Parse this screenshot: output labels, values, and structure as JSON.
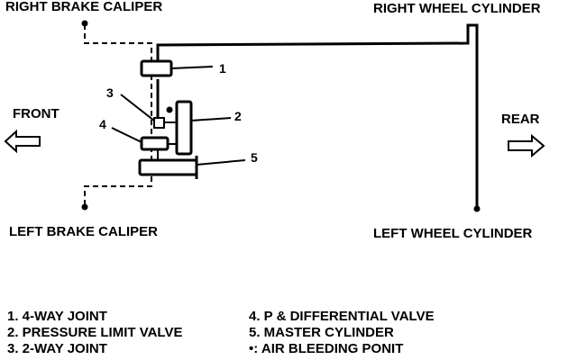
{
  "labels": {
    "right_brake_caliper": "RIGHT BRAKE CALIPER",
    "right_wheel_cylinder": "RIGHT WHEEL CYLINDER",
    "left_brake_caliper": "LEFT BRAKE CALIPER",
    "left_wheel_cylinder": "LEFT WHEEL CYLINDER",
    "front": "FRONT",
    "rear": "REAR"
  },
  "callouts": [
    "1",
    "2",
    "3",
    "4",
    "5"
  ],
  "legend": {
    "left": [
      "1. 4-WAY JOINT",
      "2. PRESSURE LIMIT VALVE",
      "3. 2-WAY JOINT"
    ],
    "right": [
      "4. P & DIFFERENTIAL VALVE",
      "5. MASTER CYLINDER",
      "•: AIR BLEEDING PONIT"
    ]
  },
  "colors": {
    "ink": "#000000",
    "background": "#ffffff"
  }
}
